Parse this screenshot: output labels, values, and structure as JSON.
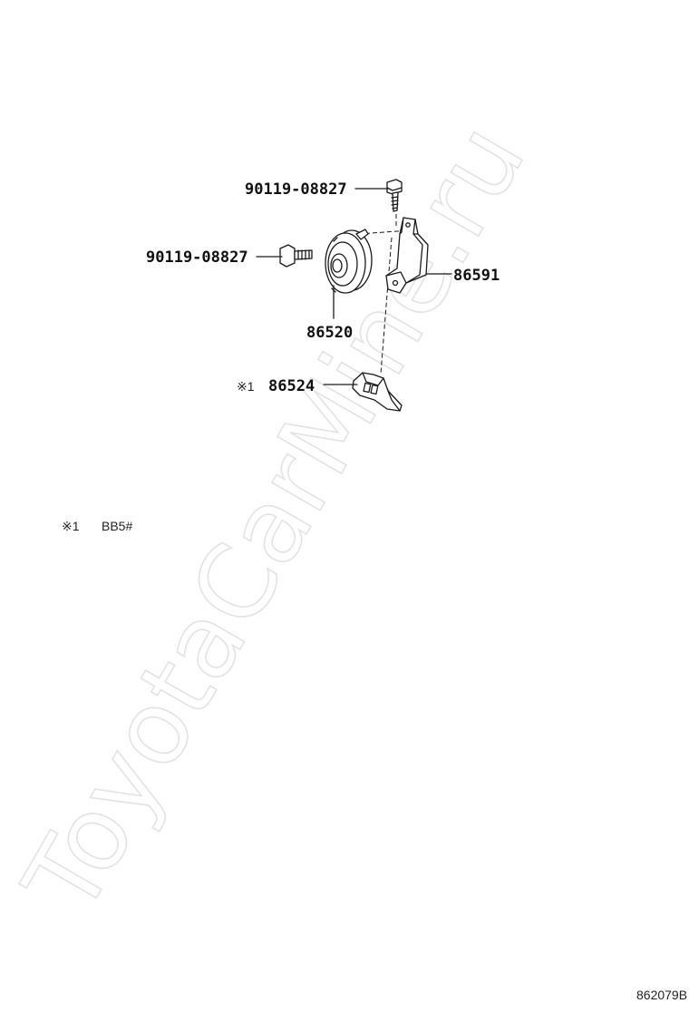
{
  "watermark": "ToyotaCarMine.ru",
  "parts": [
    {
      "id": "bolt_top",
      "number": "90119-08827"
    },
    {
      "id": "bolt_left",
      "number": "90119-08827"
    },
    {
      "id": "horn",
      "number": "86520"
    },
    {
      "id": "horn_bracket",
      "number": "86591"
    },
    {
      "id": "lower_bracket",
      "number": "86524",
      "marker": "※1"
    }
  ],
  "footnote": {
    "marker": "※1",
    "text": "BB5#"
  },
  "figure_code": "862079B"
}
